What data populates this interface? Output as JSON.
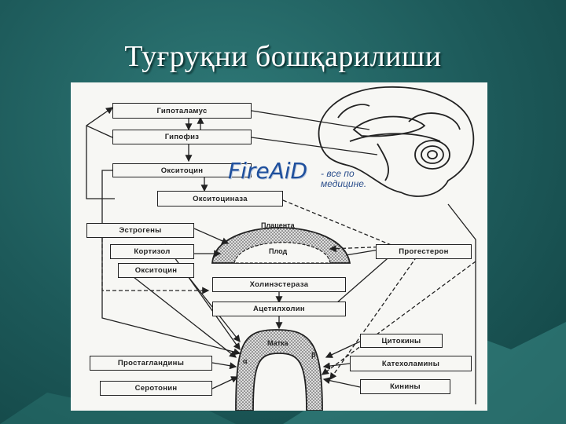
{
  "slide": {
    "title": "Туғруқни бошқарилиши"
  },
  "watermark": {
    "brand": "FireAiD",
    "tagline_line1": "- все по",
    "tagline_line2": "медицине."
  },
  "diagram": {
    "boxes": {
      "hypothalamus": "Гипоталамус",
      "hypophysis": "Гипофиз",
      "oxytocin_top": "Окситоцин",
      "oxytocinase": "Окситоциназа",
      "estrogens": "Эстрогены",
      "cortisol": "Кортизол",
      "oxytocin_left": "Окситоцин",
      "progesterone": "Прогестерон",
      "cholinesterase": "Холинэстераза",
      "acetylcholine": "Ацетилхолин",
      "cytokines": "Цитокины",
      "catecholamines": "Катехоламины",
      "kinins": "Кинины",
      "prostaglandins": "Простагландины",
      "serotonin": "Серотонин"
    },
    "labels": {
      "placenta": "Плацента",
      "fetus": "Плод",
      "uterus": "Матка",
      "alpha": "α",
      "beta": "β"
    }
  }
}
